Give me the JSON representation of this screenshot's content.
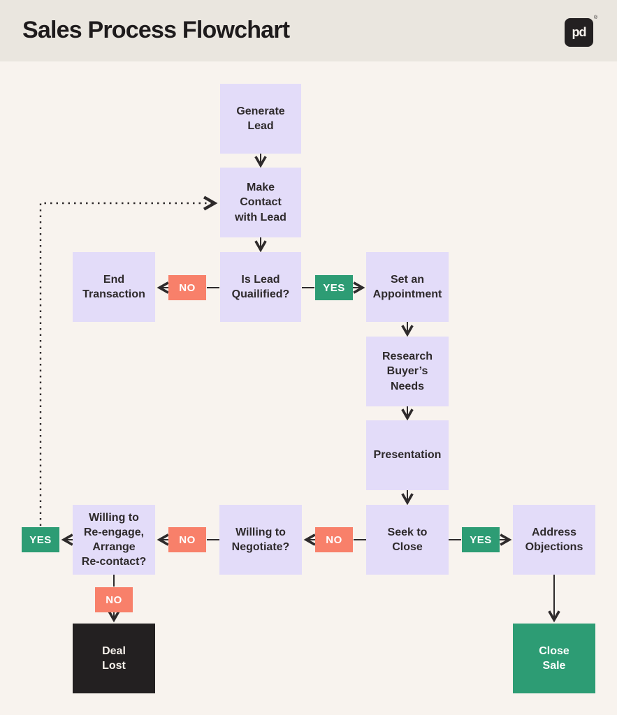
{
  "header": {
    "title": "Sales Process Flowchart",
    "logo_text": "pd",
    "logo_trademark": "®"
  },
  "colors": {
    "header_bg": "#eae6df",
    "body_bg": "#f8f3ee",
    "node_fill": "#e3dcf9",
    "yes_green": "#2d9c74",
    "no_coral": "#f8806a",
    "dark_box": "#232021",
    "text_dark": "#2e2a2c",
    "arrow": "#2e2a2b"
  },
  "nodes": [
    {
      "id": "generate-lead",
      "label": "Generate\nLead",
      "variant": "purple"
    },
    {
      "id": "make-contact",
      "label": "Make\nContact\nwith Lead",
      "variant": "purple"
    },
    {
      "id": "end-transaction",
      "label": "End\nTransaction",
      "variant": "purple"
    },
    {
      "id": "is-lead-qualified",
      "label": "Is Lead\nQuailified?",
      "variant": "purple"
    },
    {
      "id": "set-appointment",
      "label": "Set an\nAppointment",
      "variant": "purple"
    },
    {
      "id": "research-buyers-needs",
      "label": "Research\nBuyer’s\nNeeds",
      "variant": "purple"
    },
    {
      "id": "presentation",
      "label": "Presentation",
      "variant": "purple"
    },
    {
      "id": "willing-reengage",
      "label": "Willing to\nRe-engage,\nArrange\nRe-contact?",
      "variant": "purple"
    },
    {
      "id": "willing-negotiate",
      "label": "Willing to\nNegotiate?",
      "variant": "purple"
    },
    {
      "id": "seek-to-close",
      "label": "Seek to\nClose",
      "variant": "purple"
    },
    {
      "id": "address-objections",
      "label": "Address\nObjections",
      "variant": "purple"
    },
    {
      "id": "deal-lost",
      "label": "Deal\nLost",
      "variant": "dark"
    },
    {
      "id": "close-sale",
      "label": "Close\nSale",
      "variant": "green"
    }
  ],
  "decisions": [
    {
      "id": "no-lead-qualified",
      "text": "NO"
    },
    {
      "id": "yes-lead-qualified",
      "text": "YES"
    },
    {
      "id": "yes-reengage",
      "text": "YES"
    },
    {
      "id": "no-negotiate",
      "text": "NO"
    },
    {
      "id": "no-seek-to-close",
      "text": "NO"
    },
    {
      "id": "yes-seek-to-close",
      "text": "YES"
    },
    {
      "id": "no-reengage",
      "text": "NO"
    }
  ]
}
